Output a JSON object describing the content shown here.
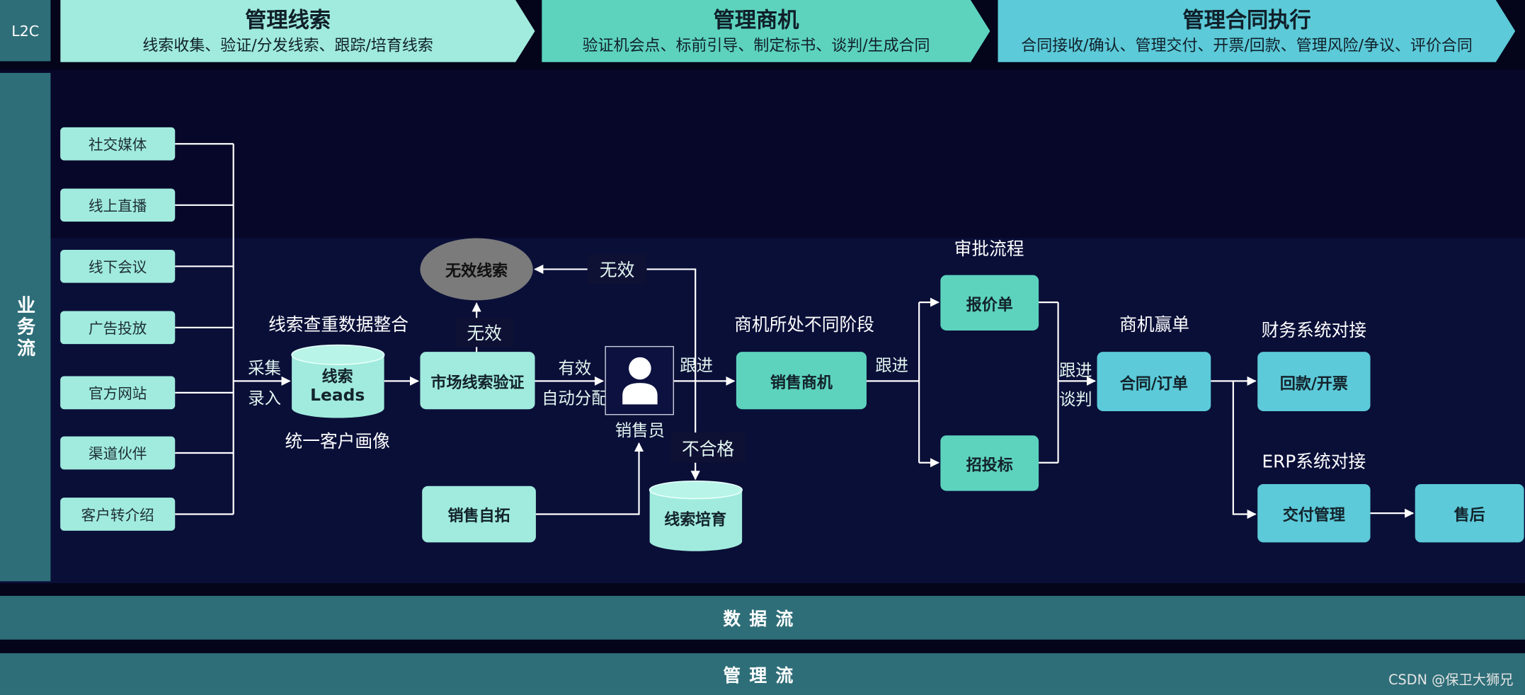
{
  "header": {
    "l2c": "L2C",
    "phases": [
      {
        "title": "管理线索",
        "subtitle": "线索收集、验证/分发线索、跟踪/培育线索"
      },
      {
        "title": "管理商机",
        "subtitle": "验证机会点、标前引导、制定标书、谈判/生成合同"
      },
      {
        "title": "管理合同执行",
        "subtitle": "合同接收/确认、管理交付、开票/回款、管理风险/争议、评价合同"
      }
    ]
  },
  "lanes": {
    "business": "业务流",
    "data": "数据流",
    "management": "管理流"
  },
  "sources": [
    "社交媒体",
    "线上直播",
    "线下会议",
    "广告投放",
    "官方网站",
    "渠道伙伴",
    "客户转介绍"
  ],
  "nodes": {
    "leads_line1": "线索",
    "leads_line2": "Leads",
    "market_verify": "市场线索验证",
    "invalid_leads": "无效线索",
    "salesperson": "销售员",
    "sales_self": "销售自拓",
    "nurture": "线索培育",
    "sales_opportunity": "销售商机",
    "quote": "报价单",
    "bidding": "招投标",
    "contract_order": "合同/订单",
    "payment_invoice": "回款/开票",
    "delivery": "交付管理",
    "after_sales": "售后"
  },
  "labels": {
    "dedupe": "线索查重数据整合",
    "profile": "统一客户画像",
    "collect": "采集",
    "input": "录入",
    "invalid_up": "无效",
    "invalid_top": "无效",
    "valid": "有效",
    "auto_assign": "自动分配",
    "follow1": "跟进",
    "unqualified": "不合格",
    "stages": "商机所处不同阶段",
    "follow2": "跟进",
    "approval": "审批流程",
    "follow3": "跟进",
    "negotiate": "谈判",
    "won": "商机赢单",
    "finance": "财务系统对接",
    "erp": "ERP系统对接"
  },
  "icons": {
    "salesperson": "person-icon"
  },
  "watermark": "CSDN @保卫大狮兄",
  "colors": {
    "mint": "#a0ebdd",
    "teal": "#5dd3be",
    "cyan": "#5ccad8",
    "lane": "#2e6e78",
    "invalid": "#7b7b7b",
    "panel": "#0a0f38",
    "panelTop": "#07072a"
  }
}
